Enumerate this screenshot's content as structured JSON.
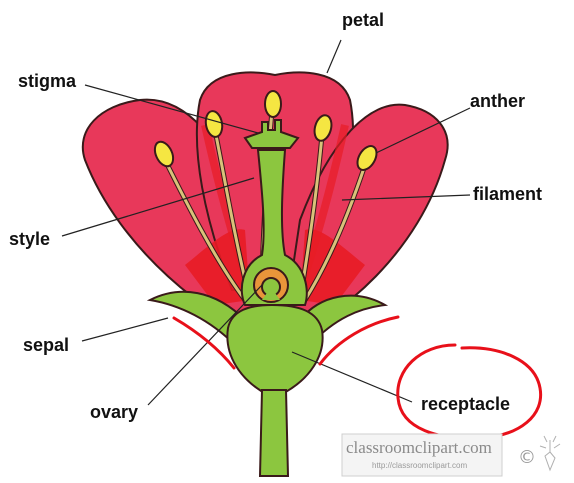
{
  "labels": {
    "petal": "petal",
    "stigma": "stigma",
    "anther": "anther",
    "filament": "filament",
    "style": "style",
    "sepal": "sepal",
    "ovary": "ovary",
    "receptacle": "receptacle"
  },
  "watermark": {
    "brand": "classroomclipart.com",
    "url": "http://classroomclipart.com",
    "symbol": "©"
  },
  "colors": {
    "petal": "#e8385a",
    "petal_inner": "#e81c25",
    "stem_green": "#8cc63f",
    "stem_dark": "#3d6b1f",
    "anther": "#f5e642",
    "filament": "#d9c27a",
    "ovule": "#e9953a",
    "annotation_red": "#e8101a",
    "outline": "#3a1a1a"
  }
}
